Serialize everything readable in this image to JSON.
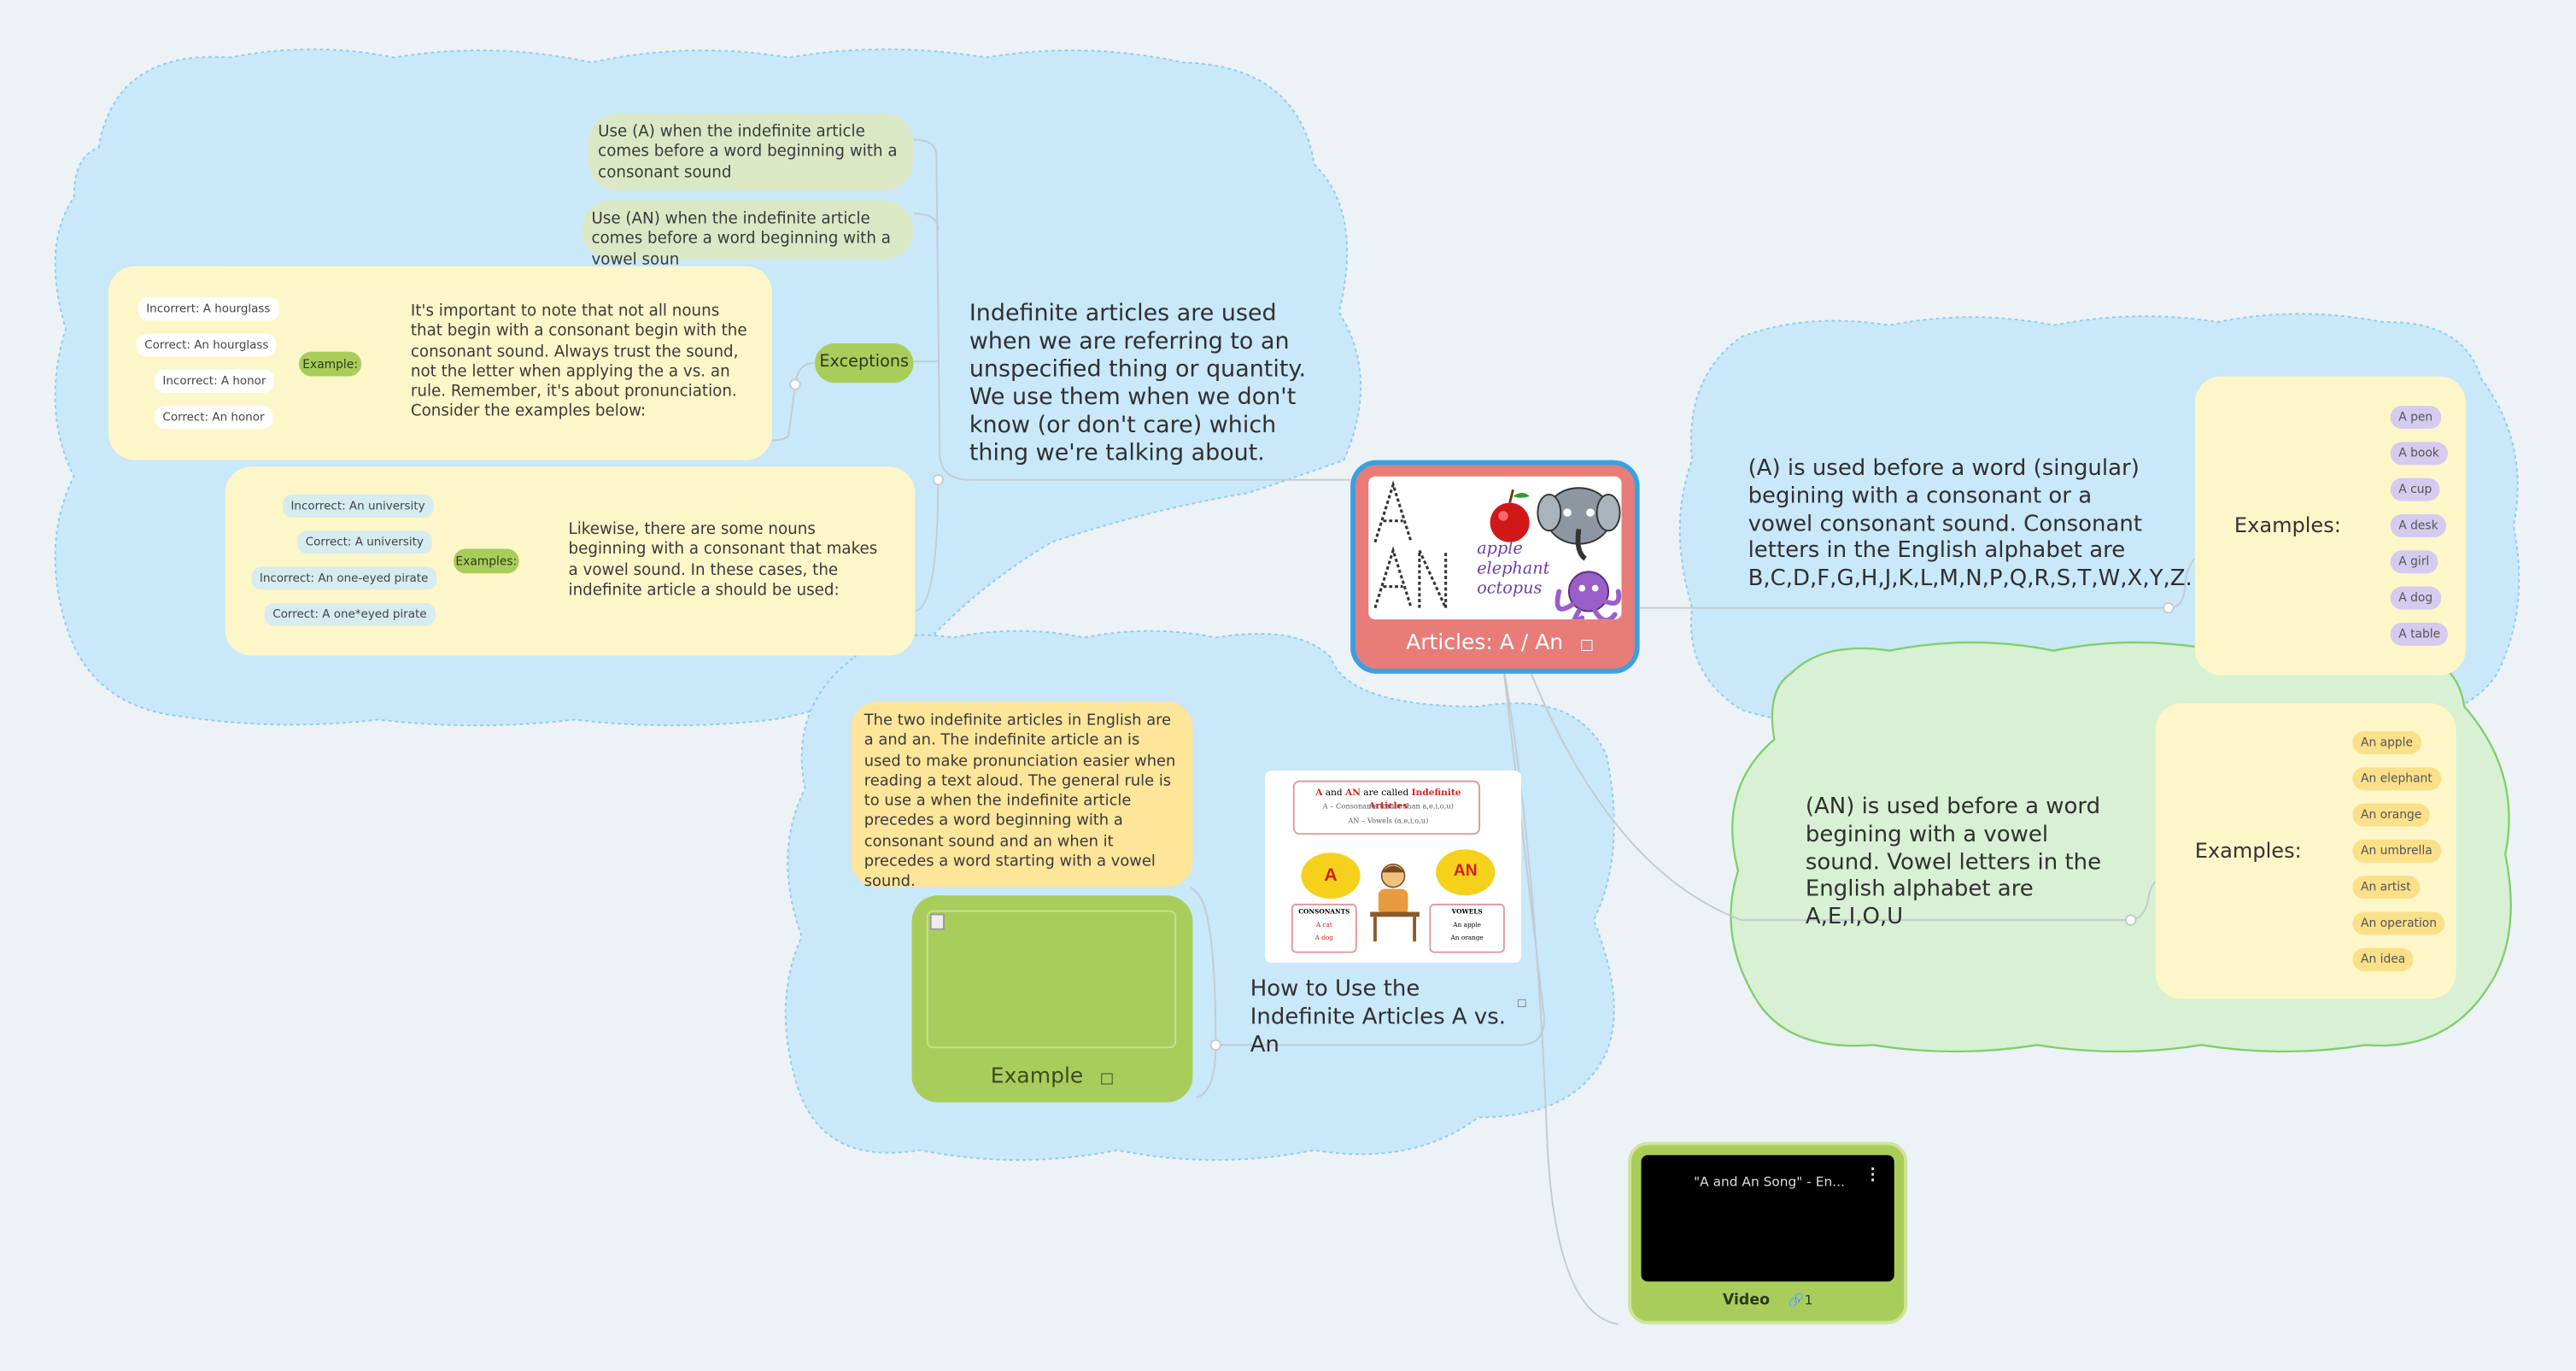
{
  "central": {
    "title": "Articles: A / An",
    "image_letters": "AN",
    "image_words": [
      "apple",
      "elephant",
      "octopus"
    ]
  },
  "indefinite": {
    "main_text": "Indefinite articles are used when we are referring to an unspecified thing or quantity. We use them when we don't know (or don't care) which thing we're talking about.",
    "use_a": "Use (A) when the indefinite article comes before a word beginning with a consonant sound",
    "use_an": "Use (AN) when the indefinite article comes before a word beginning with a vowel soun",
    "exceptions_label": "Exceptions",
    "exception1_text": "It's important to note that not all nouns that begin with a consonant begin with the consonant sound. Always trust the sound, not the letter when applying the a vs. an rule. Remember, it's about pronunciation. Consider the examples below:",
    "exception1_label": "Example:",
    "exception1_items": [
      "Incorrert: A hourglass",
      "Correct: An hourglass",
      "Incorrect: A honor",
      "Correct: An honor"
    ],
    "exception2_text": "Likewise, there are some nouns beginning with a consonant that makes a vowel sound. In these cases, the indefinite article a should be used:",
    "exception2_label": "Examples:",
    "exception2_items": [
      "Incorrect: An university",
      "Correct: A university",
      "Incorrect: An one-eyed pirate",
      "Correct: A one*eyed pirate"
    ]
  },
  "how_to": {
    "title": "How to Use the Indefinite Articles A vs. An",
    "note": "The two indefinite articles in English are a and an. The indefinite article an is used to make pronunciation easier when reading a text aloud. The general rule is to use a when the indefinite article precedes a word beginning with a consonant sound and an when it precedes a word starting with a vowel sound.",
    "example_label": "Example",
    "img": {
      "line1_a": "A",
      "line1_and": " and ",
      "line1_an": "AN",
      "line1_called": " are called ",
      "line1_ia": "Indefinite Articles",
      "line2": "A – Consonants  (other than a,e,i,o,u)",
      "line3": "AN – Vowels (a,e,i,o,u)",
      "bubble_a": "A",
      "bubble_an": "AN",
      "cons_head": "CONSONANTS",
      "cons_1": "A cat",
      "cons_2": "A dog",
      "vow_head": "VOWELS",
      "vow_1": "An apple",
      "vow_2": "An orange"
    }
  },
  "a_branch": {
    "text": "(A) is used before a word (singular) begining with a consonant or a vowel consonant sound. Consonant letters in the English alphabet are B,C,D,F,G,H,J,K,L,M,N,P,Q,R,S,T,W,X,Y,Z.",
    "examples_label": "Examples:",
    "examples": [
      "A pen",
      "A book",
      "A cup",
      "A desk",
      "A girl",
      "A dog",
      "A table"
    ]
  },
  "an_branch": {
    "text": "(AN) is used before a word begining with a vowel sound. Vowel letters in the English alphabet are A,E,I,O,U",
    "examples_label": "Examples:",
    "examples": [
      "An apple",
      "An elephant",
      "An orange",
      "An umbrella",
      "An artist",
      "An operation",
      "An idea"
    ]
  },
  "video": {
    "title": "\"A and An Song\" - En...",
    "label": "Video",
    "link_count": "1"
  },
  "colors": {
    "blue_cloud": "#c9e8f9",
    "green_cloud": "#d8f0d4",
    "note_yellow": "#fdf6c8",
    "green_node": "#a9cd5b",
    "purple_pill": "#d4cbef",
    "orange_pill": "#fbe08a",
    "central_red": "#e87c78"
  }
}
